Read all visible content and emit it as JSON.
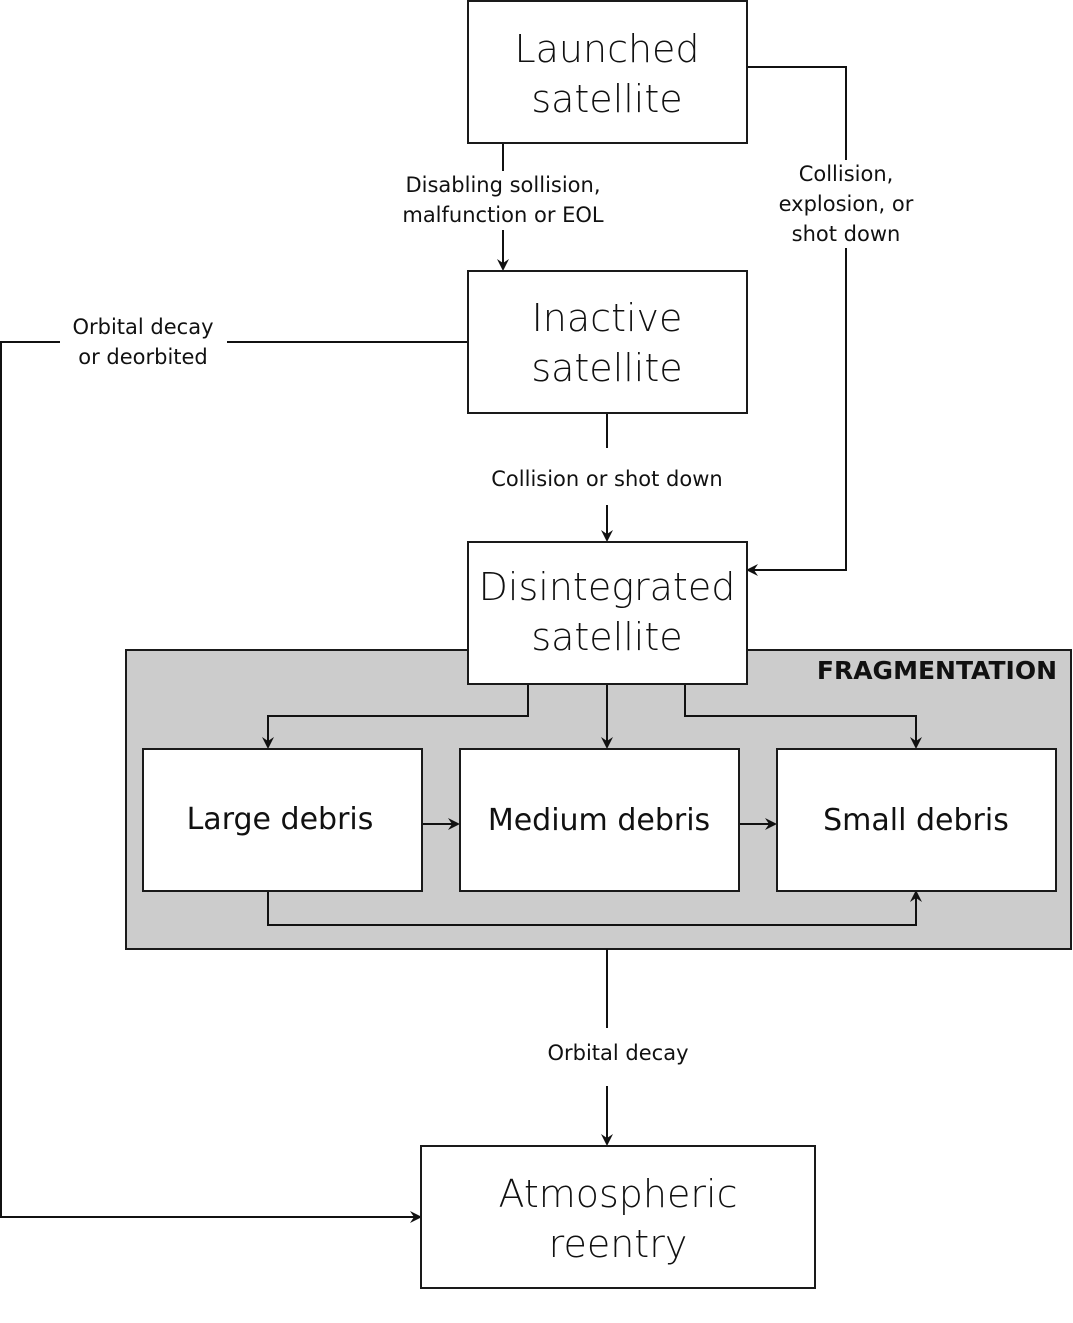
{
  "nodes": {
    "launched": {
      "line1": "Launched",
      "line2": "satellite"
    },
    "inactive": {
      "line1": "Inactive",
      "line2": "satellite"
    },
    "disintegrated": {
      "line1": "Disintegrated",
      "line2": "satellite"
    },
    "large": {
      "label": "Large debris"
    },
    "medium": {
      "label": "Medium debris"
    },
    "small": {
      "label": "Small debris"
    },
    "reentry": {
      "line1": "Atmospheric",
      "line2": "reentry"
    }
  },
  "group": {
    "label": "FRAGMENTATION"
  },
  "edges": {
    "launched_to_inactive": {
      "line1": "Disabling sollision,",
      "line2": "malfunction or EOL"
    },
    "launched_to_disintegrated": {
      "line1": "Collision,",
      "line2": "explosion, or",
      "line3": "shot down"
    },
    "inactive_to_reentry": {
      "line1": "Orbital decay",
      "line2": "or deorbited"
    },
    "inactive_to_disintegrated": {
      "label": "Collision or shot down"
    },
    "fragmentation_to_reentry": {
      "label": "Orbital decay"
    }
  }
}
